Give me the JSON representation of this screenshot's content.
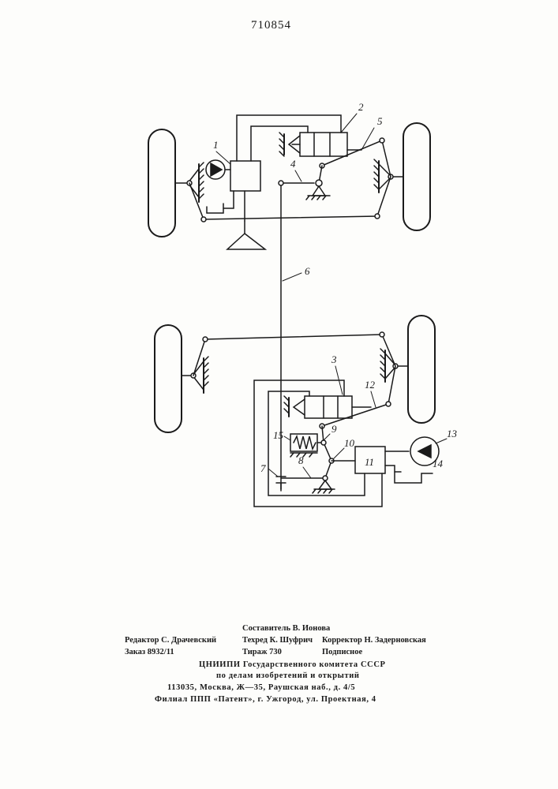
{
  "document": {
    "patent_number": "710854"
  },
  "diagram": {
    "labels": {
      "l1": "1",
      "l2": "2",
      "l3": "3",
      "l4": "4",
      "l5": "5",
      "l6": "6",
      "l7": "7",
      "l8": "8",
      "l9": "9",
      "l10": "10",
      "l11": "11",
      "l12": "12",
      "l13": "13",
      "l14": "14",
      "l15": "15"
    }
  },
  "imprint": {
    "compiler": "Составитель В. Ионова",
    "editor": "Редактор С. Драчевский",
    "techred": "Техред К. Шуфрич",
    "corrector": "Корректор Н. Задерновская",
    "order": "Заказ 8932/11",
    "circulation": "Тираж 730",
    "subscription": "Подписное",
    "org_line1": "ЦНИИПИ Государственного комитета СССР",
    "org_line2": "по делам изобретений и открытий",
    "address": "113035, Москва, Ж—35, Раушская наб., д. 4/5",
    "branch": "Филиал ППП «Патент», г. Ужгород, ул. Проектная, 4"
  }
}
